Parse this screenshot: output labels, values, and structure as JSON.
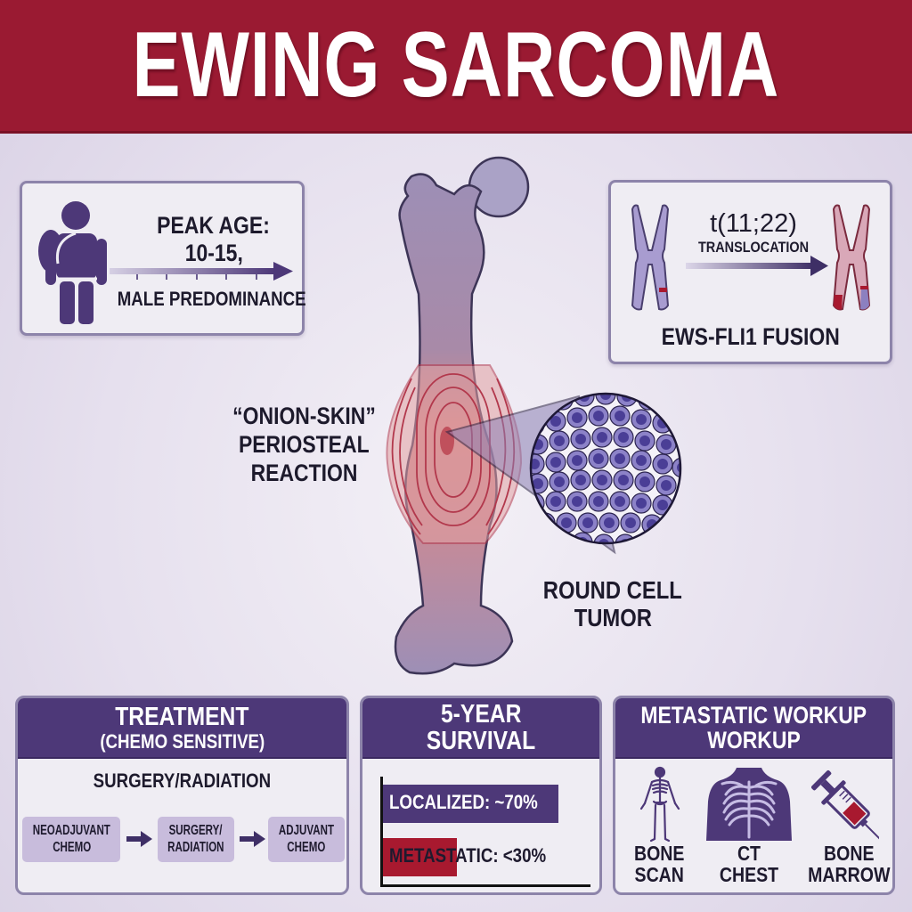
{
  "title": "EWING SARCOMA",
  "age_card": {
    "line1": "PEAK AGE:",
    "line2": "10-15,",
    "line3": "MALE PREDOMINANCE",
    "icon": "person-with-backpack-icon"
  },
  "translocation_card": {
    "code": "t(11;22)",
    "label": "TRANSLOCATION",
    "fusion": "EWS-FLI1 FUSION",
    "icons": [
      "chromosome-normal-icon",
      "chromosome-translocated-icon"
    ]
  },
  "bone_diagram": {
    "onion_label_line1": "“ONION-SKIN”",
    "onion_label_line2": "PERIOSTEAL",
    "onion_label_line3": "REACTION",
    "round_cell_line1": "ROUND CELL",
    "round_cell_line2": "TUMOR"
  },
  "treatment": {
    "header_line1": "TREATMENT",
    "header_line2": "(CHEMO SENSITIVE)",
    "subtitle": "SURGERY/RADIATION",
    "steps": [
      {
        "line1": "NEOADJUVANT",
        "line2": "CHEMO"
      },
      {
        "line1": "SURGERY/",
        "line2": "RADIATION"
      },
      {
        "line1": "ADJUVANT",
        "line2": "CHEMO"
      }
    ]
  },
  "survival": {
    "header_line1": "5-YEAR",
    "header_line2": "SURVIVAL",
    "bars": [
      {
        "label": "LOCALIZED: ~70%",
        "value": 70,
        "color": "#4d3878"
      },
      {
        "label": "METASTATIC: <30%",
        "value": 30,
        "color": "#a8192f"
      }
    ]
  },
  "metastatic_workup": {
    "header_line1": "METASTATIC WORKUP",
    "header_line2": "WORKUP",
    "items": [
      {
        "line1": "BONE",
        "line2": "SCAN",
        "icon": "skeleton-icon"
      },
      {
        "line1": "CT",
        "line2": "CHEST",
        "icon": "ribcage-icon"
      },
      {
        "line1": "BONE",
        "line2": "MARROW",
        "icon": "syringe-icon"
      }
    ]
  },
  "colors": {
    "title_bg": "#9a1a32",
    "header_purple": "#4d3878",
    "accent_red": "#a8192f",
    "card_border": "#8d84aa"
  }
}
